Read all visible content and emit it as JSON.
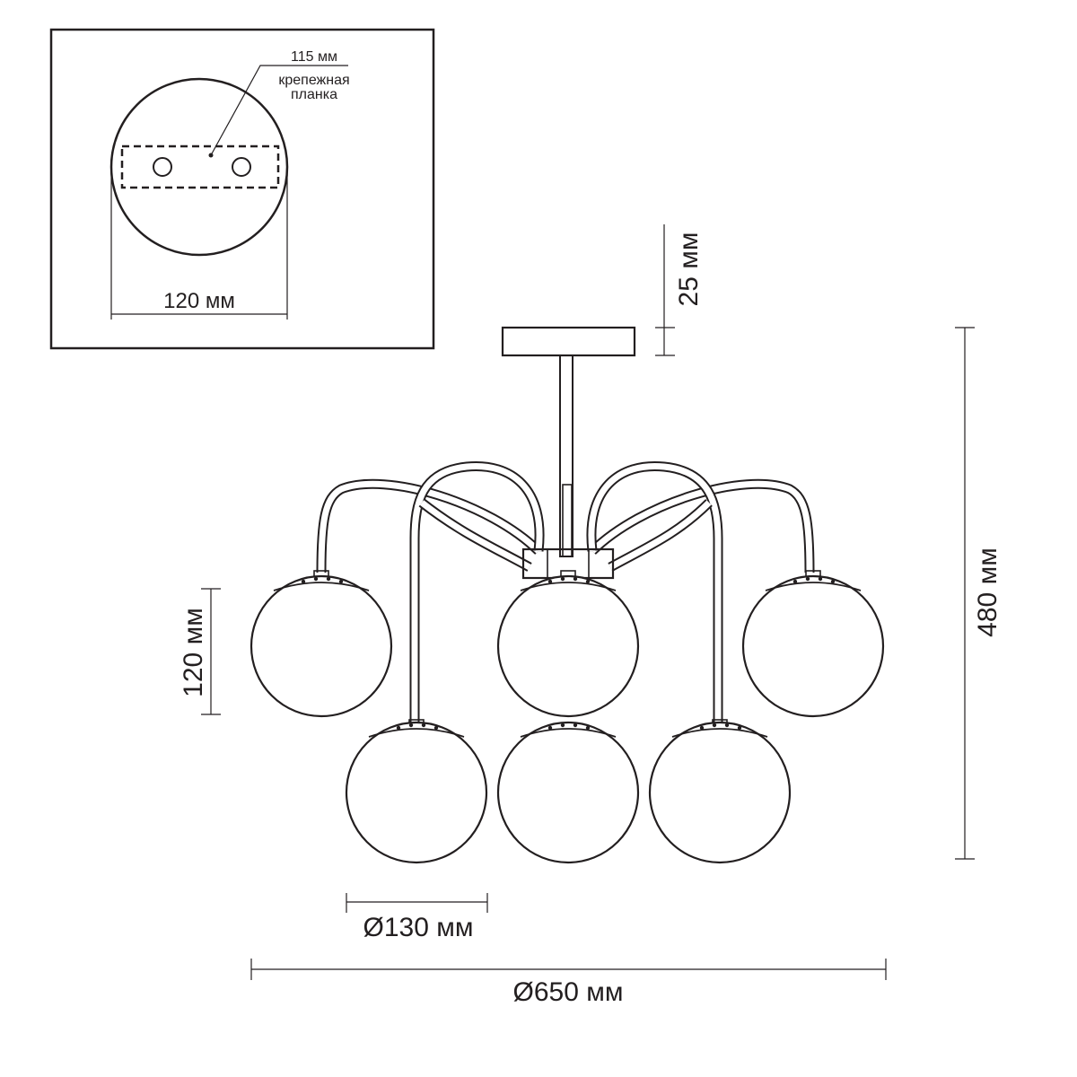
{
  "inset": {
    "bracket_width_label": "115 мм",
    "bracket_name_line1": "крепежная",
    "bracket_name_line2": "планка",
    "base_diameter_label": "120 мм"
  },
  "dimensions": {
    "canopy_height_label": "25 мм",
    "total_height_label": "480 мм",
    "shade_height_label": "120 мм",
    "shade_diameter_label": "Ø130 мм",
    "total_diameter_label": "Ø650 мм"
  },
  "colors": {
    "line": "#231f20",
    "background": "#ffffff"
  }
}
